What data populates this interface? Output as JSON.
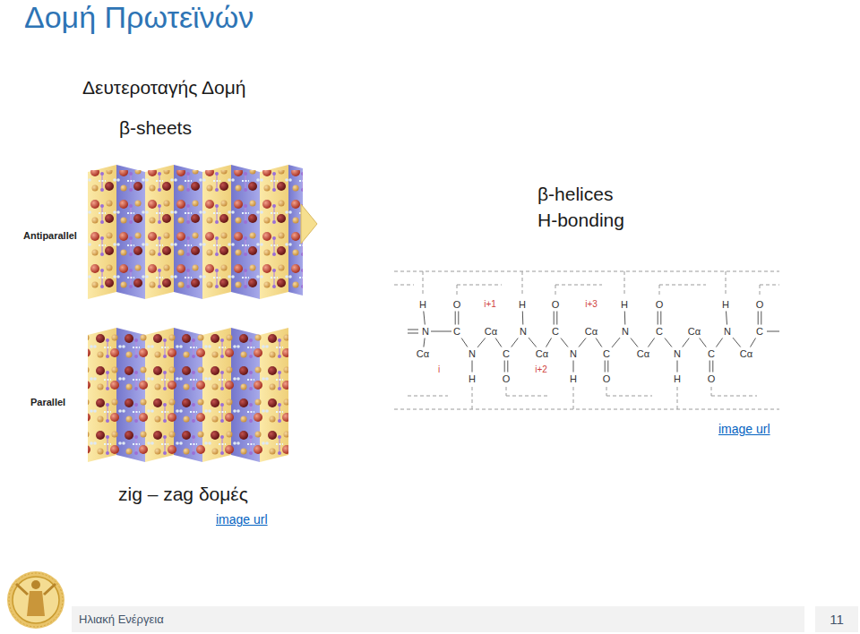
{
  "diagram": {
    "title": "Δομή Πρωτεϊνών",
    "nodes": [
      {
        "text": [
          "Ηλιακή Ενέργεια"
        ]
      },
      {
        "text": [
          "11"
        ]
      }
    ],
    "labels": [
      "Δευτεροταγής Δομή",
      "β-sheets",
      "β-helices",
      "H-bonding",
      "Antiparallel",
      "Parallel",
      "H",
      "O",
      "i+1",
      "H",
      "O",
      "i+3",
      "H",
      "O",
      "H",
      "O",
      "N",
      "C",
      "Cα",
      "N",
      "C",
      "Cα",
      "N",
      "C",
      "Cα",
      "N",
      "C",
      "Cα",
      "N",
      "C",
      "Cα",
      "N",
      "C",
      "Cα",
      "N",
      "C",
      "Cα",
      "i",
      "i+2",
      "H",
      "O",
      "H",
      "O",
      "H",
      "O",
      "image url",
      "zig – zag δομές",
      "image url"
    ]
  }
}
